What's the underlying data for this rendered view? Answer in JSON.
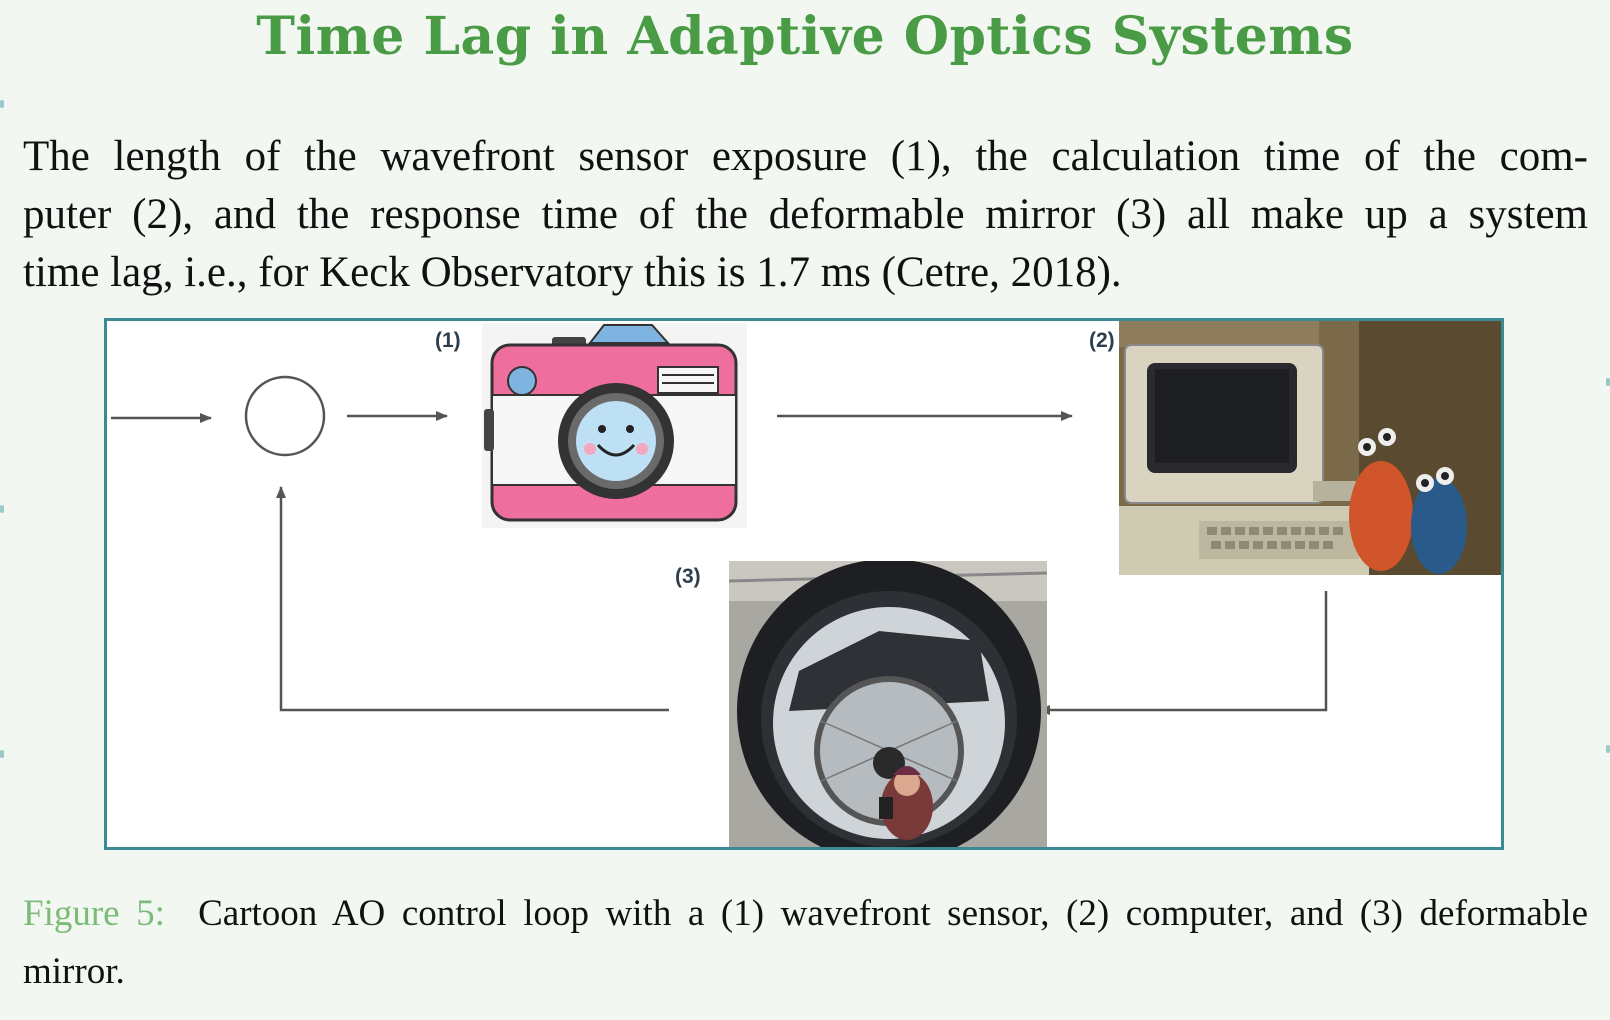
{
  "title": "Time Lag in Adaptive Optics Systems",
  "paragraph": {
    "line1": "The length of the wavefront sensor exposure (1), the calculation time of the com-",
    "line2": "puter (2), and the response time of the deformable mirror (3) all make up a system",
    "line3": "time lag, i.e., for Keck Observatory this is 1.7 ms (Cetre, 2018)."
  },
  "figure": {
    "labels": {
      "sensor": "(1)",
      "computer": "(2)",
      "mirror": "(3)"
    },
    "images": {
      "sensor": "camera-cartoon",
      "computer": "retro-computer-with-muppets",
      "mirror": "deformable-mirror-selfie"
    }
  },
  "caption": {
    "label": "Figure 5:",
    "text_line1": "Cartoon AO control loop with a (1) wavefront sensor, (2) computer, and (3) deformable",
    "text_line2": "mirror."
  },
  "colors": {
    "title": "#4a9b45",
    "figure_border": "#3a8a94",
    "caption_label": "#7dbb78",
    "background": "#f2f7f2"
  }
}
